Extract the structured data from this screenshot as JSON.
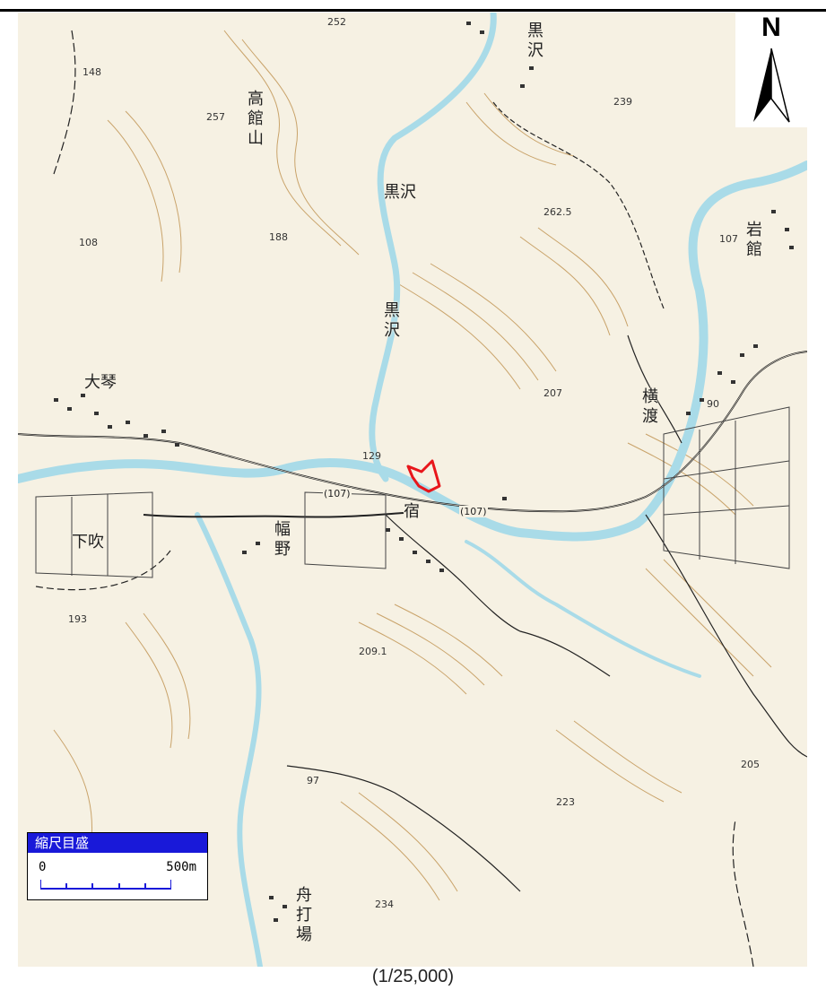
{
  "map": {
    "north_label": "N",
    "scale_title": "縮尺目盛",
    "scale_start": "0",
    "scale_end": "500m",
    "ratio": "(1/25,000)",
    "route_label_1": "(107)",
    "route_label_2": "(107)"
  },
  "places": {
    "takadateyama": "高館山",
    "kurosawa_top": "黒沢",
    "kurosawa_mid": "黒沢",
    "kurosawa_river": "黒沢",
    "iwadate": "岩館",
    "daigo": "大琴",
    "yokowatari": "横渡",
    "shimofuki": "下吹",
    "habano": "幅野",
    "shuku": "宿",
    "funauchiba": "舟打場"
  },
  "elevations": {
    "e252": "252",
    "e148": "148",
    "e257": "257",
    "e239": "239",
    "e262": "262.5",
    "e188": "188",
    "e108": "108",
    "e107": "107",
    "e207": "207",
    "e90": "90",
    "e129": "129",
    "e193": "193",
    "e209": "209.1",
    "e205": "205",
    "e97": "97",
    "e223": "223",
    "e234": "234"
  },
  "colors": {
    "paper": "#f6f1e3",
    "contour": "#c9a36a",
    "river": "#a9dbe8",
    "road": "#222222",
    "highlight": "#e8161b",
    "scale_header": "#1919d9"
  }
}
